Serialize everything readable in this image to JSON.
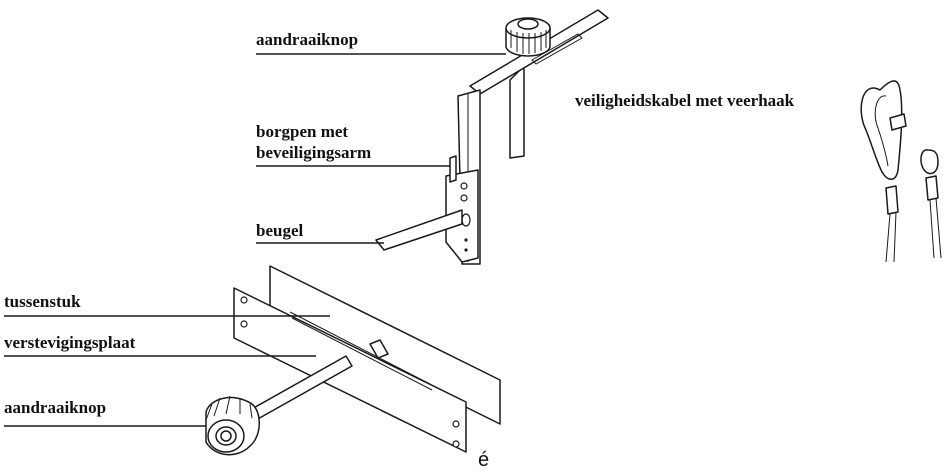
{
  "labels": {
    "knob_top": "aandraaiknop",
    "lock_pin_line1": "borgpen met",
    "lock_pin_line2": "beveiligingsarm",
    "bracket": "beugel",
    "safety_cable": "veiligheidskabel met veerhaak",
    "spacer": "tussenstuk",
    "reinforcement_plate": "verstevigingsplaat",
    "knob_bottom": "aandraaiknop",
    "stray_char": "é"
  },
  "colors": {
    "line": "#1a1a1a",
    "background": "#ffffff",
    "text": "#111111"
  }
}
